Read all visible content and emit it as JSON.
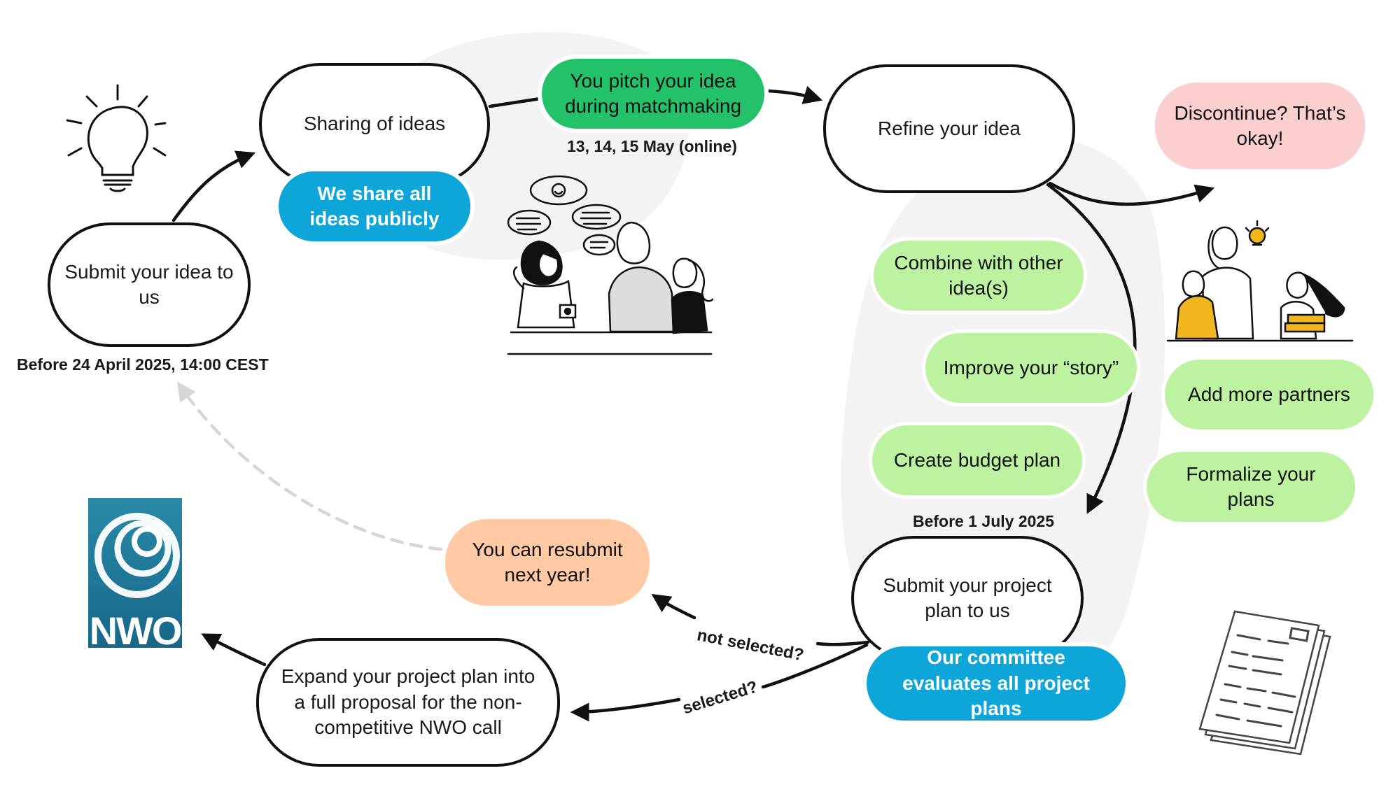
{
  "nodes": {
    "submit_idea": "Submit your idea to us",
    "sharing": "Sharing of ideas",
    "share_public": "We share all ideas publicly",
    "pitch": "You pitch your idea during matchmaking",
    "refine": "Refine your idea",
    "discontinue": "Discontinue? That’s okay!",
    "combine": "Combine with other idea(s)",
    "improve": "Improve your “story”",
    "budget": "Create budget plan",
    "partners": "Add more partners",
    "formalize": "Formalize your plans",
    "submit_plan": "Submit your project plan to us",
    "committee": "Our committee evaluates all project plans",
    "resubmit": "You can resubmit next year!",
    "expand": "Expand your project plan into a full proposal for the non-competitive NWO call"
  },
  "dates": {
    "submit_deadline": "Before 24 April 2025, 14:00 CEST",
    "matchmaking": "13, 14, 15 May (online)",
    "plan_deadline": "Before 1 July 2025"
  },
  "edge_labels": {
    "not_selected": "not selected?",
    "selected": "selected?"
  },
  "logo": {
    "text": "NWO"
  },
  "icons": [
    "lightbulb-icon",
    "people-chatting-illustration",
    "team-idea-illustration",
    "documents-illustration",
    "nwo-logo"
  ],
  "colors": {
    "blue": "#0ea5d9",
    "green": "#24c16b",
    "light_green": "#bdf2a0",
    "pink": "#fbcfcf",
    "peach": "#fec9a3",
    "yellow": "#f2b61e",
    "background_blob": "#f3f3f3"
  }
}
